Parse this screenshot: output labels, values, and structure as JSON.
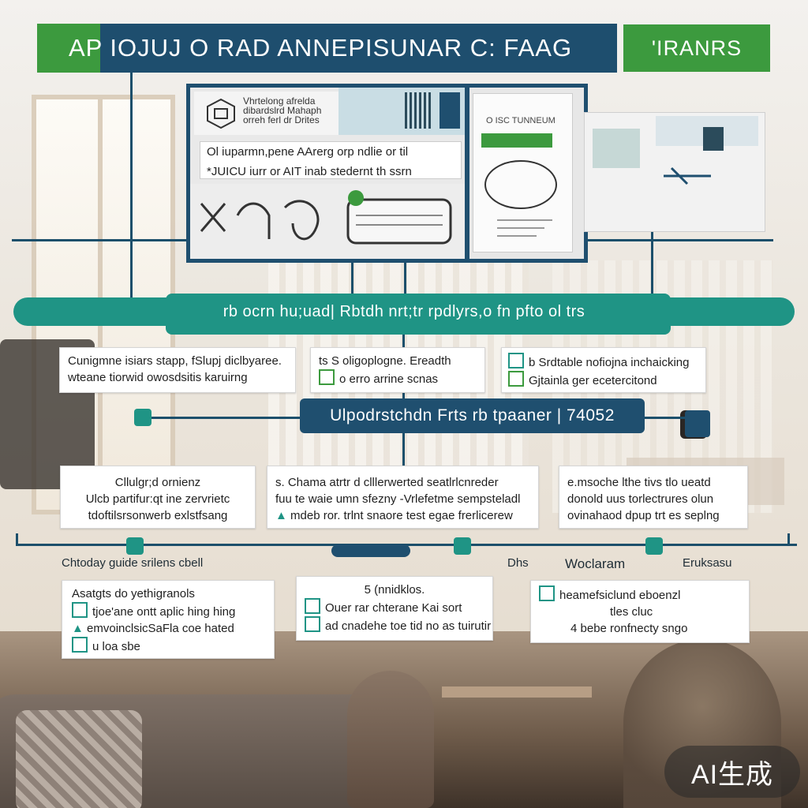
{
  "header": {
    "title": "AP  IOJUJ O  RAD ANNEPISUNAR C: FAAG",
    "tag": "'IRANRS"
  },
  "panels": {
    "panel1": {
      "mini_text": "Vhrtelong afrelda dibardslrd Mahaph orreh ferl dr Drites",
      "caption_line1": "Ol iuparmn,pene AArerg orp ndlie or til",
      "caption_line2": "*JUICU iurr or AIT inab stedernt th ssrn"
    },
    "panel2": {
      "mini_text": "O ISC TUNNEUM"
    }
  },
  "banner": {
    "text": "rb ocrn  hu;uad| Rbtdh  nrt;tr  rpdlyrs,o fn  pfto ol  trs"
  },
  "row1": [
    {
      "line1": "Cunigmne isiars stapp,  fSlupj diclbyaree.",
      "line2": "wteane tiorwid owosdsitis karuirng"
    },
    {
      "line1": "ts S oligoplogne. Ereadth",
      "line2": "o erro arrine scnas"
    },
    {
      "line1": "b Srdtable nofiojna inchaicking",
      "line2": "Gjtainla ger ecetercitond"
    }
  ],
  "pill": {
    "text": "Ulpodrstchdn  Frts  rb tpaaner |  74052"
  },
  "row2": [
    {
      "line1": "Cllulgr;d ornienz",
      "line2": "Ulcb partifur:qt ine zervrietc",
      "line3": "tdoftilsrsonwerb exlstfsang"
    },
    {
      "line1": "s. Chama atrtr d clllerwerted seatlrlcnreder",
      "line2": "fuu te waie umn sfezny -Vrlefetme sempsteladl",
      "line3": "mdeb ror. trlnt snaore test egae frerlicerew"
    },
    {
      "line1": "e.msoche lthe tivs tlo ueatd",
      "line2": "donold uus torlectrures olun",
      "line3": "ovinahaod dpup trt es seplng"
    }
  ],
  "row3_labels": {
    "left": "Chtoday  guide srilens cbell",
    "mid_a": "Dhs",
    "mid_b": "Woclaram",
    "right": "Eruksasu"
  },
  "row3": [
    {
      "line1": "Asatgts do yethigranols",
      "line2": "tjoe'ane ontt aplic hing hing",
      "line3": "emvoinclsicSaFla coe hated",
      "line4": "u  loa sbe"
    },
    {
      "line1": "5  (nnidklos.",
      "line2": "Ouer rar chterane Kai sort",
      "line3": "ad cnadehe toe tid no as tuirutir"
    },
    {
      "line1": "heamefsiclund   eboenzl",
      "line2": "tles cluc",
      "line3": "4  bebe ronfnecty sngo"
    }
  ],
  "watermark": "AI生成",
  "colors": {
    "navy": "#1f4f6f",
    "teal": "#1f9485",
    "green": "#3c9a3e"
  }
}
